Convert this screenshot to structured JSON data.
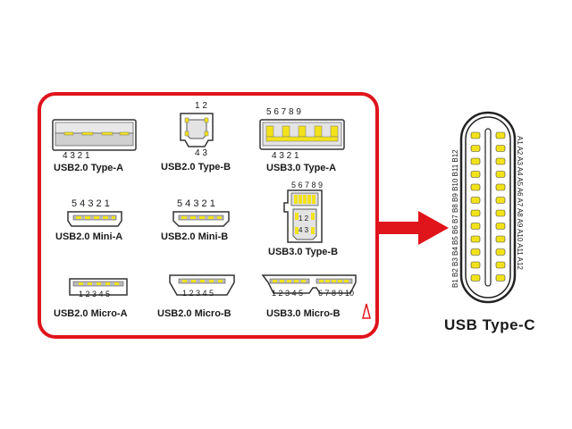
{
  "connectors": {
    "usb2_type_a": {
      "label": "USB2.0 Type-A",
      "pins": "4   3   2   1"
    },
    "usb2_type_b": {
      "label": "USB2.0 Type-B",
      "pins_top": "1   2",
      "pins_bottom": "4   3"
    },
    "usb3_type_a": {
      "label": "USB3.0 Type-A",
      "pins_top": "5    6    7    8    9",
      "pins_bottom": "4    3    2    1"
    },
    "usb2_mini_a": {
      "label": "USB2.0 Mini-A",
      "pins": "5 4 3 2 1"
    },
    "usb2_mini_b": {
      "label": "USB2.0 Mini-B",
      "pins": "5 4 3 2 1"
    },
    "usb3_type_b": {
      "label": "USB3.0 Type-B",
      "pins_top": "5 6 7 8 9",
      "pins_inner_top": "1  2",
      "pins_inner_bottom": "4  3"
    },
    "usb2_micro_a": {
      "label": "USB2.0 Micro-A",
      "pins": "1 2 3 4 5"
    },
    "usb2_micro_b": {
      "label": "USB2.0 Micro-B",
      "pins": "1 2 3 4 5"
    },
    "usb3_micro_b": {
      "label": "USB3.0 Micro-B",
      "pins_left": "1 2 3 4 5",
      "pins_right": "6 7 8 9 10"
    }
  },
  "type_c": {
    "title": "USB Type-C",
    "left_pins": "B1 B2 B3 B4 B5 B6 B7 B8 B9 B10 B11 B12",
    "right_pins": "A1 A2 A3 A4 A5 A6 A7 A8 A9 A10 A11 A12"
  },
  "colors": {
    "frame": "#e0141b",
    "arrow": "#e0141b",
    "contact": "#f2e21a"
  }
}
